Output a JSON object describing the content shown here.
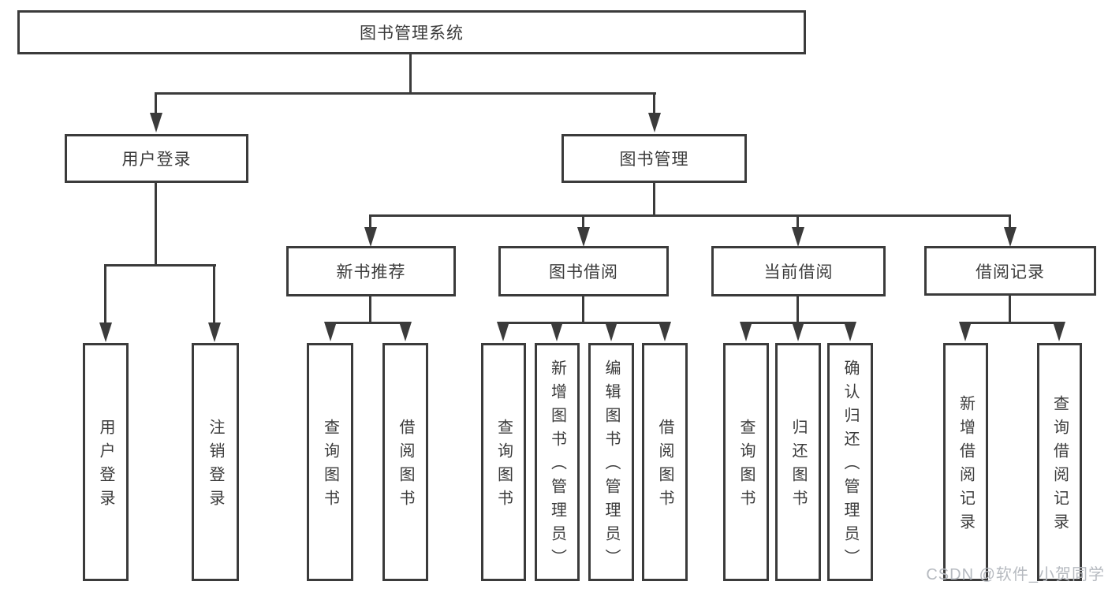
{
  "diagram_type": "hierarchy-tree",
  "colors": {
    "background": "#ffffff",
    "line": "#3b3b3b",
    "text": "#3b3b3b",
    "watermark": "#b6bac0"
  },
  "tree": {
    "label": "图书管理系统",
    "children": [
      {
        "label": "用户登录",
        "children": [
          {
            "label": "用户登录"
          },
          {
            "label": "注销登录"
          }
        ]
      },
      {
        "label": "图书管理",
        "children": [
          {
            "label": "新书推荐",
            "children": [
              {
                "label": "查询图书"
              },
              {
                "label": "借阅图书"
              }
            ]
          },
          {
            "label": "图书借阅",
            "children": [
              {
                "label": "查询图书"
              },
              {
                "label": "新增图书（管理员）"
              },
              {
                "label": "编辑图书（管理员）"
              },
              {
                "label": "借阅图书"
              }
            ]
          },
          {
            "label": "当前借阅",
            "children": [
              {
                "label": "查询图书"
              },
              {
                "label": "归还图书"
              },
              {
                "label": "确认归还（管理员）"
              }
            ]
          },
          {
            "label": "借阅记录",
            "children": [
              {
                "label": "新增借阅记录"
              },
              {
                "label": "查询借阅记录"
              }
            ]
          }
        ]
      }
    ]
  },
  "watermark": "CSDN @软件_小贺同学"
}
